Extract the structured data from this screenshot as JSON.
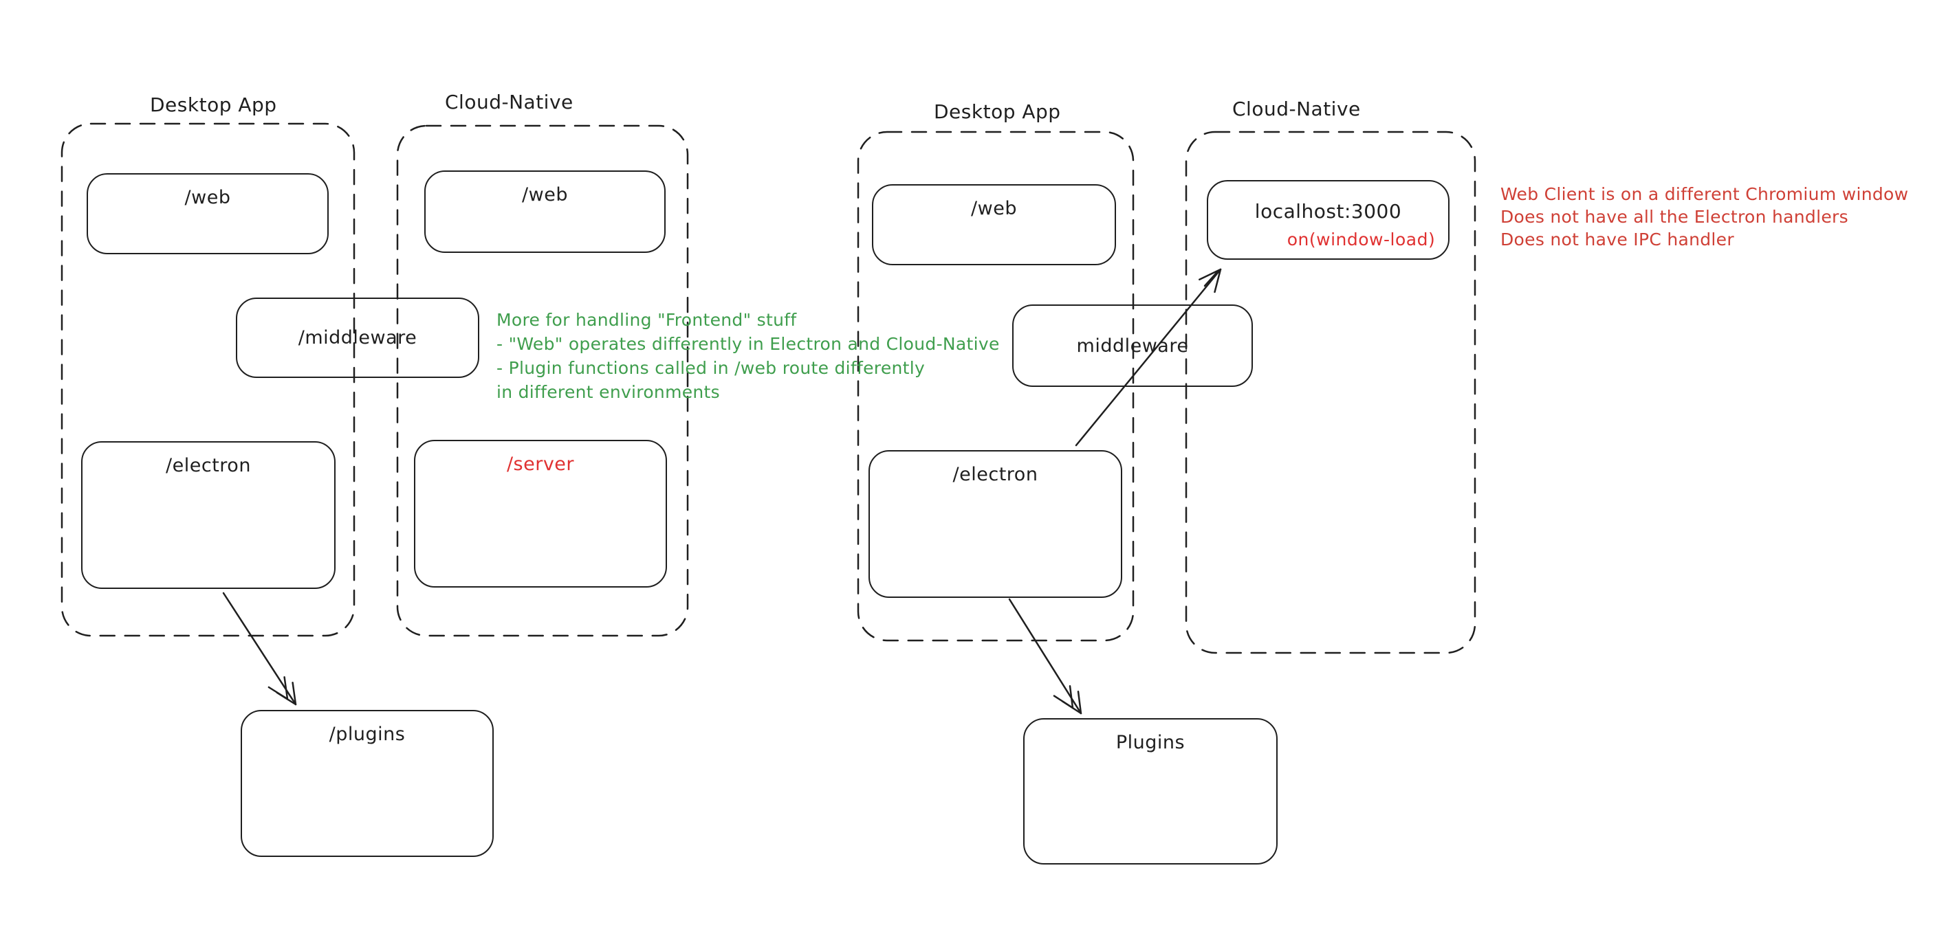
{
  "canvas": {
    "background": "#ffffff",
    "ink": "#1f1f1f",
    "annotation_red": "#cf4036",
    "annotation_green": "#3f9e4d",
    "box_text_red": "#e03131"
  },
  "left_diagram": {
    "desktop_app": {
      "label": "Desktop App",
      "web_label": "/web",
      "electron_label": "/electron"
    },
    "cloud_native": {
      "label": "Cloud-Native",
      "web_label": "/web",
      "server_label": "/server"
    },
    "middleware_label": "/middleware",
    "plugins_label": "/plugins"
  },
  "right_diagram": {
    "desktop_app": {
      "label": "Desktop App",
      "web_label": "/web",
      "electron_label": "/electron"
    },
    "cloud_native": {
      "label": "Cloud-Native",
      "localhost_label": "localhost:3000",
      "localhost_event": "on(window-load)"
    },
    "middleware_label": "middleware",
    "plugins_label": "Plugins"
  },
  "notes": {
    "green": {
      "lines": [
        "More for handling \"Frontend\" stuff",
        "- \"Web\" operates differently in Electron and Cloud-Native",
        "- Plugin functions called in /web route differently",
        "in different environments"
      ]
    },
    "red": {
      "lines": [
        "Web Client is on a different Chromium window",
        "Does not have all the Electron handlers",
        "Does not have IPC handler"
      ]
    }
  }
}
